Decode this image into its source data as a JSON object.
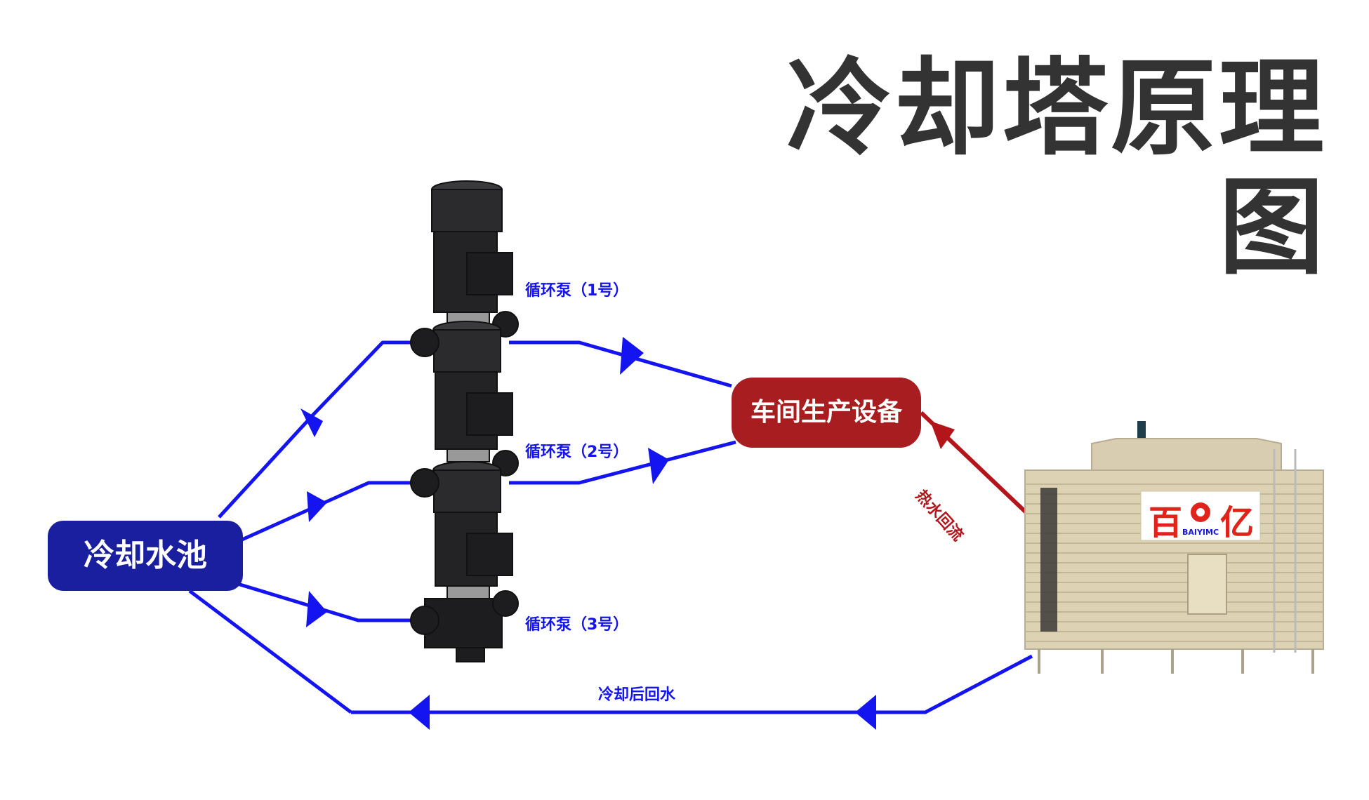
{
  "title": "冷却塔原理图",
  "nodes": {
    "pool": "冷却水池",
    "equipment": "车间生产设备"
  },
  "pumps": [
    {
      "label": "循环泵（1号）"
    },
    {
      "label": "循环泵（2号）"
    },
    {
      "label": "循环泵（3号）"
    }
  ],
  "flows": {
    "hot_return": "热水回流",
    "cooled_return": "冷却后回水"
  },
  "tower": {
    "brand_left": "百",
    "brand_right": "亿",
    "logo": "BAIYIMC"
  },
  "colors": {
    "cold_line": "#1414f0",
    "hot_line": "#b3151b",
    "pool_box": "#1a1fa0",
    "equipment_box": "#a81d1f",
    "title": "#333333",
    "brand_red": "#e0231b"
  }
}
